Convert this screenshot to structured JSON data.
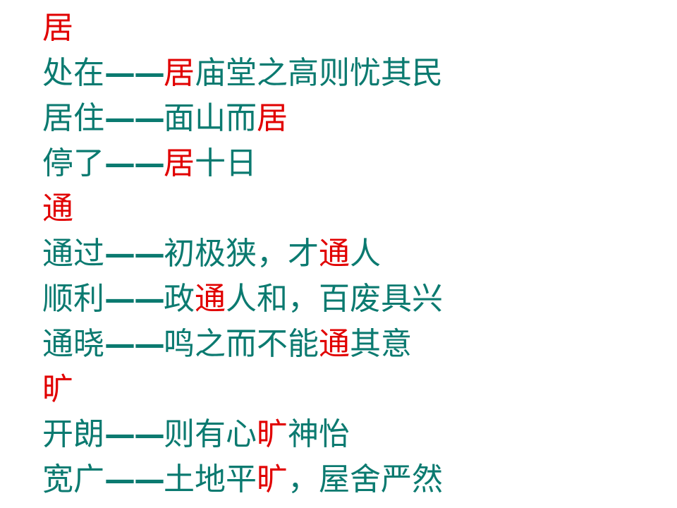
{
  "colors": {
    "text": "#0b7a70",
    "highlight": "#e10000"
  },
  "groups": [
    {
      "word": "居",
      "items": [
        {
          "meaning": "处在",
          "dash": "——",
          "before": "",
          "hl": "居",
          "after": "庙堂之高则忧其民"
        },
        {
          "meaning": "居住",
          "dash": "——",
          "before": "面山而",
          "hl": "居",
          "after": ""
        },
        {
          "meaning": "停了",
          "dash": "——",
          "before": "",
          "hl": "居",
          "after": "十日"
        }
      ]
    },
    {
      "word": "通",
      "items": [
        {
          "meaning": "通过",
          "dash": "——",
          "before": "初极狭，才",
          "hl": "通",
          "after": "人"
        },
        {
          "meaning": "顺利",
          "dash": "——",
          "before": "政",
          "hl": "通",
          "after": "人和，百废具兴"
        },
        {
          "meaning": "通晓",
          "dash": "——",
          "before": "鸣之而不能",
          "hl": "通",
          "after": "其意"
        }
      ]
    },
    {
      "word": "旷",
      "items": [
        {
          "meaning": "开朗",
          "dash": "——",
          "before": "则有心",
          "hl": "旷",
          "after": "神怡"
        },
        {
          "meaning": "宽广",
          "dash": "——",
          "before": "土地平",
          "hl": "旷",
          "after": "，屋舍严然"
        }
      ]
    }
  ]
}
